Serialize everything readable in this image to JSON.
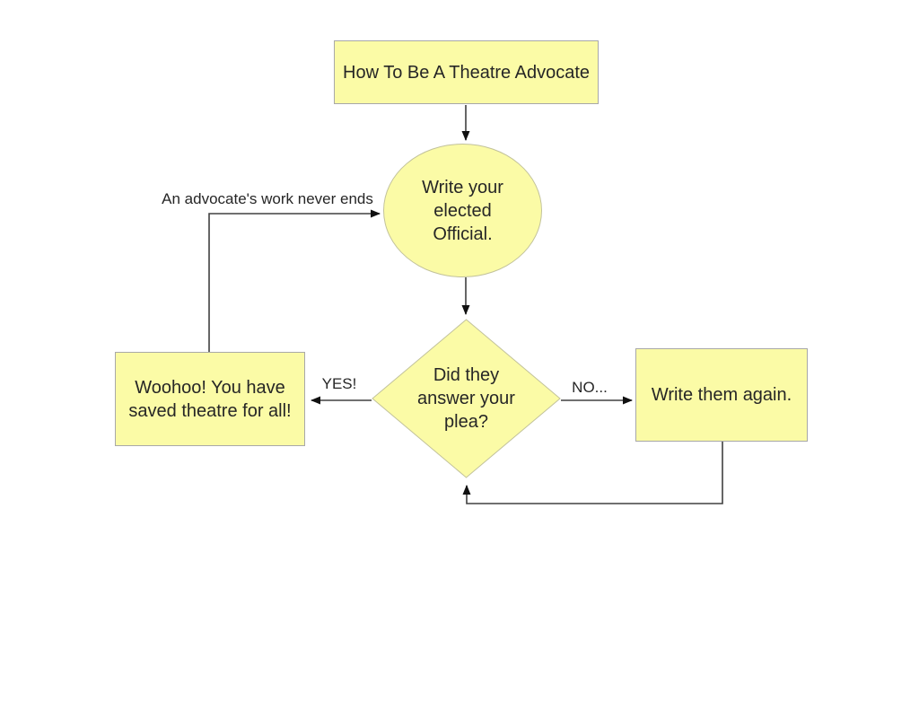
{
  "title": "How To Be A Theatre Advocate flowchart",
  "theme": {
    "canvas_bg": "#ffffff",
    "node_fill": "#fbfba6",
    "rect_border": "#a8a8a8",
    "shape_border": "#c2c29b",
    "line_color": "#404040",
    "arrow_color": "#111111",
    "text_color": "#262626"
  },
  "nodes": {
    "start": {
      "shape": "rectangle",
      "label": "How To Be A Theatre Advocate"
    },
    "write_official": {
      "shape": "ellipse",
      "label": "Write your elected Official."
    },
    "decision": {
      "shape": "diamond",
      "label": "Did they answer your plea?"
    },
    "success": {
      "shape": "rectangle",
      "label": "Woohoo! You have saved theatre for all!"
    },
    "retry": {
      "shape": "rectangle",
      "label": "Write them again."
    }
  },
  "edges": {
    "start_to_write": {
      "from": "start",
      "to": "write_official",
      "label": ""
    },
    "write_to_decision": {
      "from": "write_official",
      "to": "decision",
      "label": ""
    },
    "yes": {
      "from": "decision",
      "to": "success",
      "label": "YES!"
    },
    "no": {
      "from": "decision",
      "to": "retry",
      "label": "NO..."
    },
    "feedback": {
      "from": "success",
      "to": "write_official",
      "label": "An advocate's work never ends"
    },
    "loop": {
      "from": "retry",
      "to": "decision",
      "label": ""
    }
  }
}
